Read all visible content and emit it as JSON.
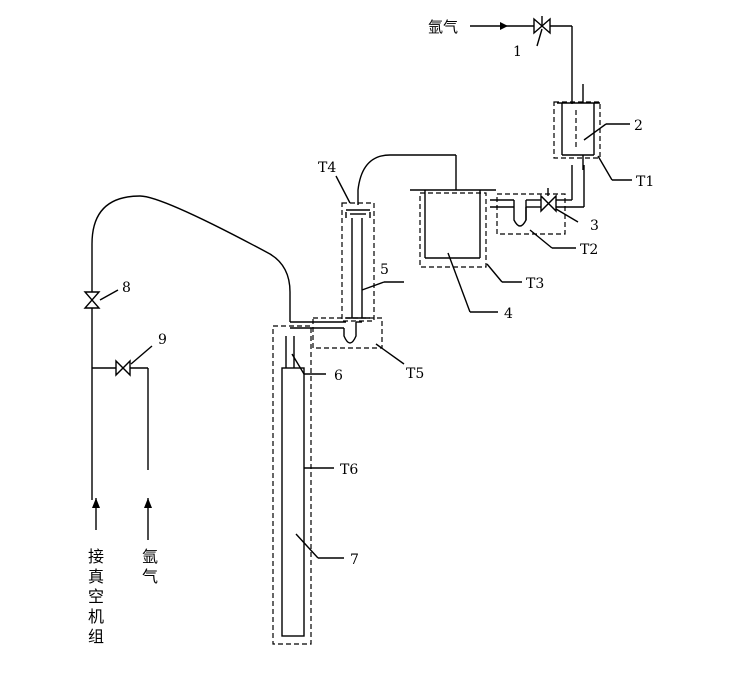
{
  "labels": {
    "argon_top": "氩气",
    "argon_bottom": "氩气",
    "vacuum_unit": "接真空机组",
    "n1": "1",
    "n2": "2",
    "n3": "3",
    "n4": "4",
    "n5": "5",
    "n6": "6",
    "n7": "7",
    "n8": "8",
    "n9": "9",
    "t1": "T1",
    "t2": "T2",
    "t3": "T3",
    "t4": "T4",
    "t5": "T5",
    "t6": "T6"
  }
}
